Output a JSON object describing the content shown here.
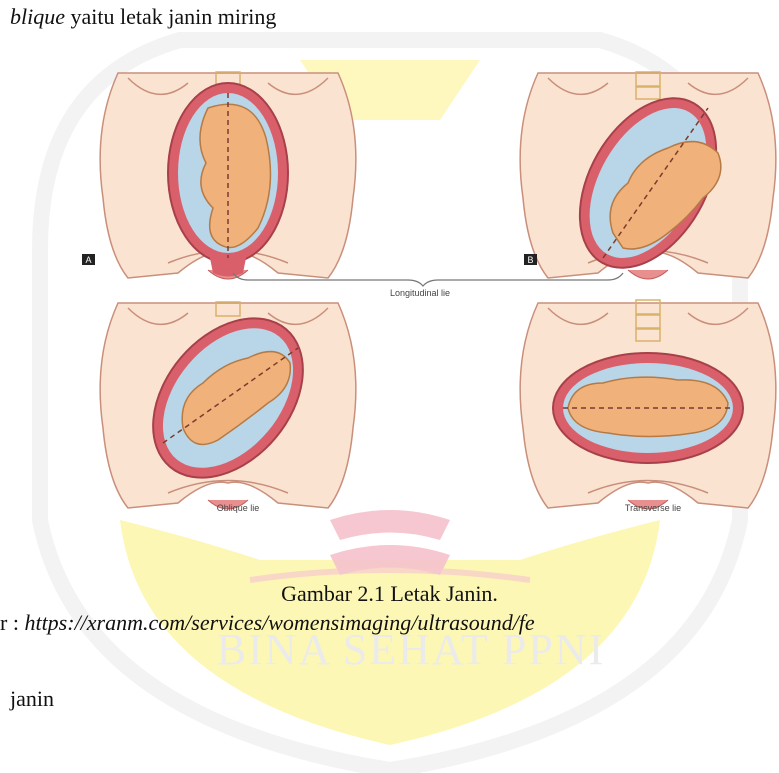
{
  "text_top": {
    "italic": "blique",
    "rest": " yaitu letak janin miring"
  },
  "figure": {
    "panel_a_label": "A",
    "panel_b_label": "B",
    "longitudinal_label": "Longitudinal lie",
    "oblique_label": "Oblique lie",
    "transverse_label": "Transverse lie"
  },
  "caption": "Gambar 2.1 Letak Janin.",
  "source": {
    "prefix": "r : ",
    "url": "https://xranm.com/services/womensimaging/ultrasound/fe"
  },
  "watermark": "BINA SEHAT PPNI",
  "bottom_text": "janin",
  "colors": {
    "skin": "#fbe3d2",
    "uterus": "#d9606b",
    "fluid": "#b9d5e8",
    "fetus": "#f0b27a",
    "watermark_yellow": "#fdf6a8",
    "watermark_red": "#f5c1cc"
  }
}
